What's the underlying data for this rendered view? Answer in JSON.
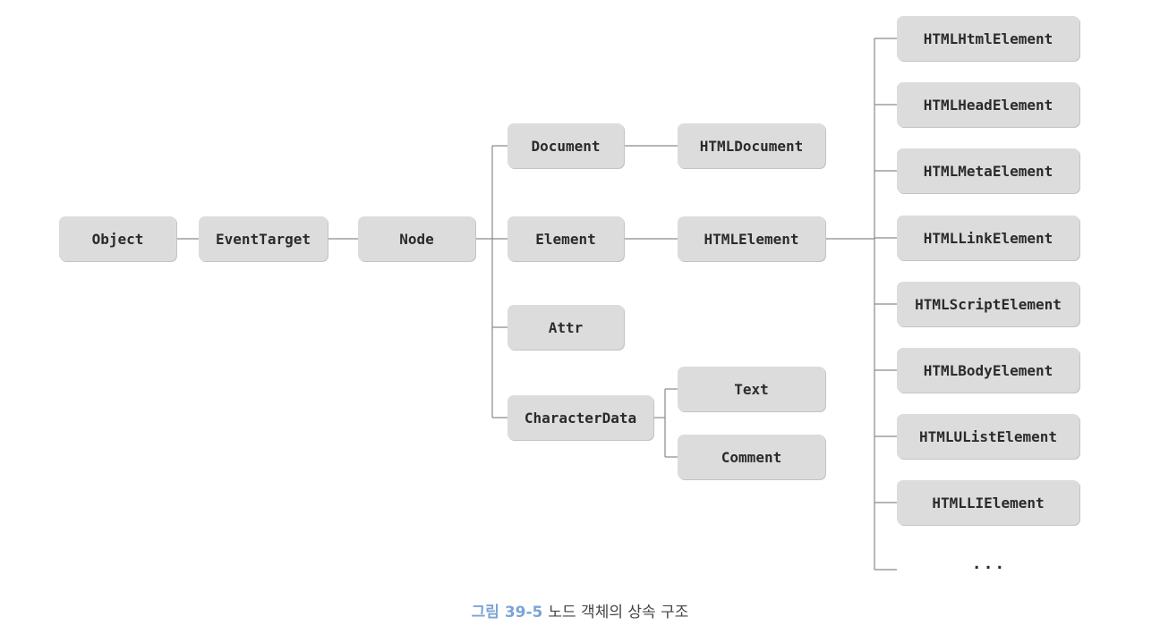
{
  "nodes": {
    "object": "Object",
    "event_target": "EventTarget",
    "node": "Node",
    "document": "Document",
    "element": "Element",
    "attr": "Attr",
    "character_data": "CharacterData",
    "html_document": "HTMLDocument",
    "html_element": "HTMLElement",
    "text": "Text",
    "comment": "Comment",
    "html_subclasses": [
      "HTMLHtmlElement",
      "HTMLHeadElement",
      "HTMLMetaElement",
      "HTMLLinkElement",
      "HTMLScriptElement",
      "HTMLBodyElement",
      "HTMLUListElement",
      "HTMLLIElement"
    ],
    "more": "..."
  },
  "caption": {
    "figure_number": "그림 39-5",
    "title": "노드 객체의 상속 구조"
  }
}
